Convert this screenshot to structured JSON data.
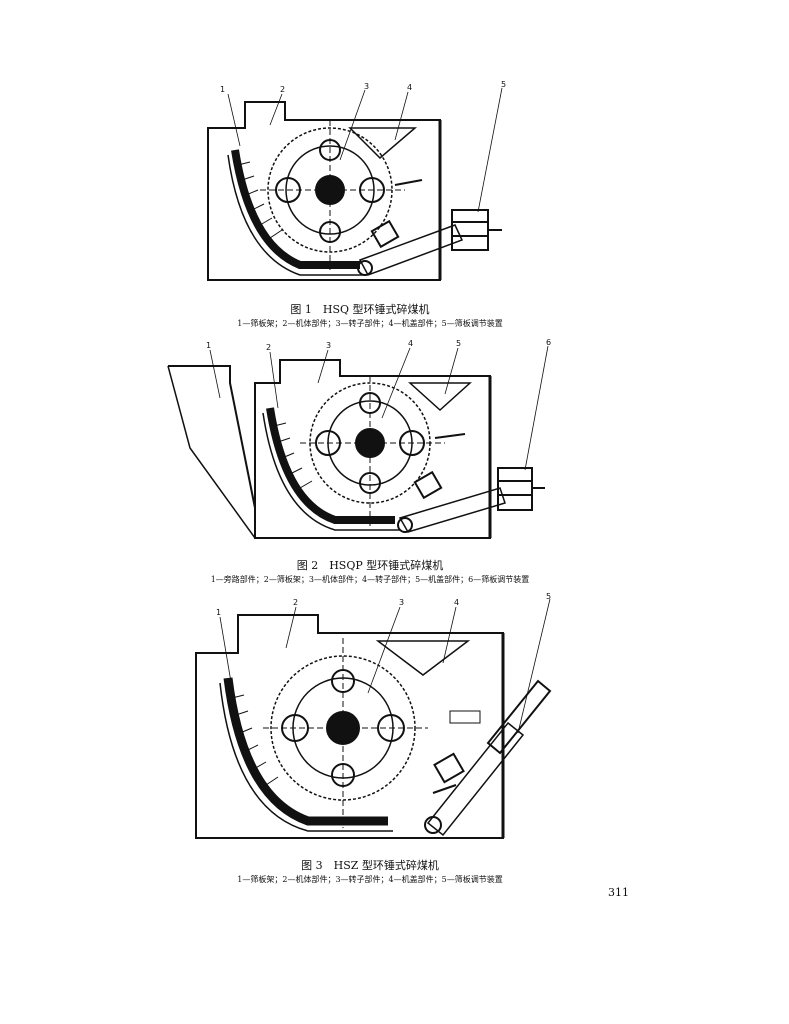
{
  "figures": [
    {
      "id": "fig1",
      "caption": "图 1　HSQ 型环锤式碎煤机",
      "legend": "1—筛板架；2—机体部件；3—转子部件；4—机盖部件；5—筛板调节装置",
      "callouts": [
        "1",
        "2",
        "3",
        "4",
        "5"
      ],
      "icon": "crusher-cross-section-icon"
    },
    {
      "id": "fig2",
      "caption": "图 2　HSQP 型环锤式碎煤机",
      "legend": "1—旁路部件；2—筛板架；3—机体部件；4—转子部件；5—机盖部件；6—筛板调节装置",
      "callouts": [
        "1",
        "2",
        "3",
        "4",
        "5",
        "6"
      ],
      "icon": "crusher-with-bypass-cross-section-icon"
    },
    {
      "id": "fig3",
      "caption": "图 3　HSZ 型环锤式碎煤机",
      "legend": "1—筛板架；2—机体部件；3—转子部件；4—机盖部件；5—筛板调节装置",
      "callouts": [
        "1",
        "2",
        "3",
        "4",
        "5"
      ],
      "icon": "crusher-hydraulic-adjust-cross-section-icon"
    }
  ],
  "page_number": "311",
  "colors": {
    "ink": "#111111",
    "paper": "#ffffff"
  }
}
